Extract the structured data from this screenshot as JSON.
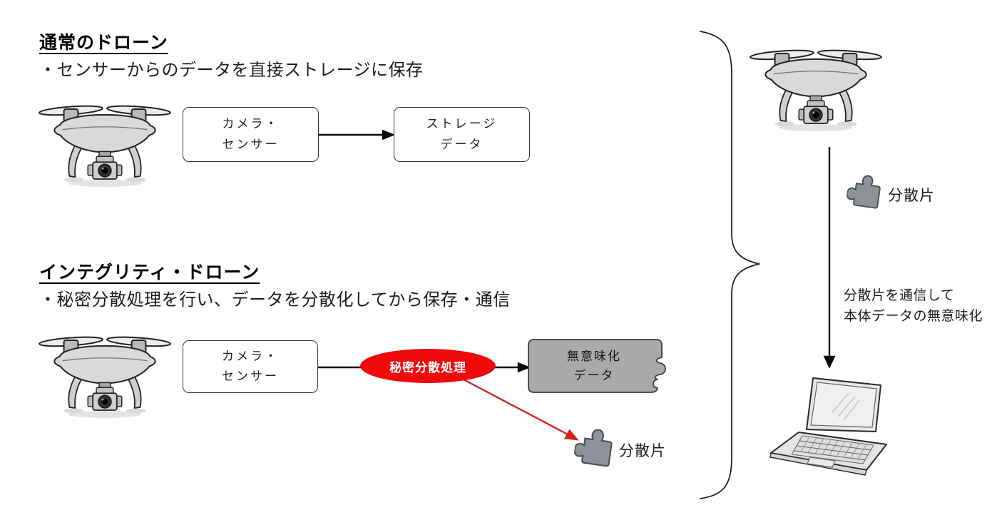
{
  "colors": {
    "background": "#ffffff",
    "red_ellipse": "#ee0a0a",
    "red_arrow": "#d32020",
    "gray_box_fill": "#a9a9a9",
    "puzzle_fill": "#8e939a",
    "line_black": "#0a0a0a"
  },
  "normal": {
    "title": "通常のドローン",
    "bullet": "・センサーからのデータを直接ストレージに保存",
    "camera_box_line1": "カメラ・",
    "camera_box_line2": "センサー",
    "storage_box_line1": "ストレージ",
    "storage_box_line2": "データ"
  },
  "integrity": {
    "title": "インテグリティ・ドローン",
    "bullet": "・秘密分散処理を行い、データを分散化してから保存・通信",
    "camera_box_line1": "カメラ・",
    "camera_box_line2": "センサー",
    "process_label": "秘密分散処理",
    "meaningless_box_line1": "無意味化",
    "meaningless_box_line2": "データ",
    "shard_label": "分散片"
  },
  "right": {
    "shard_label": "分散片",
    "note_line1": "分散片を通信して",
    "note_line2": "本体データの無意味化"
  },
  "icons": {
    "drone": "quadcopter-drone-sketch",
    "laptop": "laptop-sketch",
    "puzzle": "puzzle-piece",
    "brace": "right-curly-brace"
  }
}
